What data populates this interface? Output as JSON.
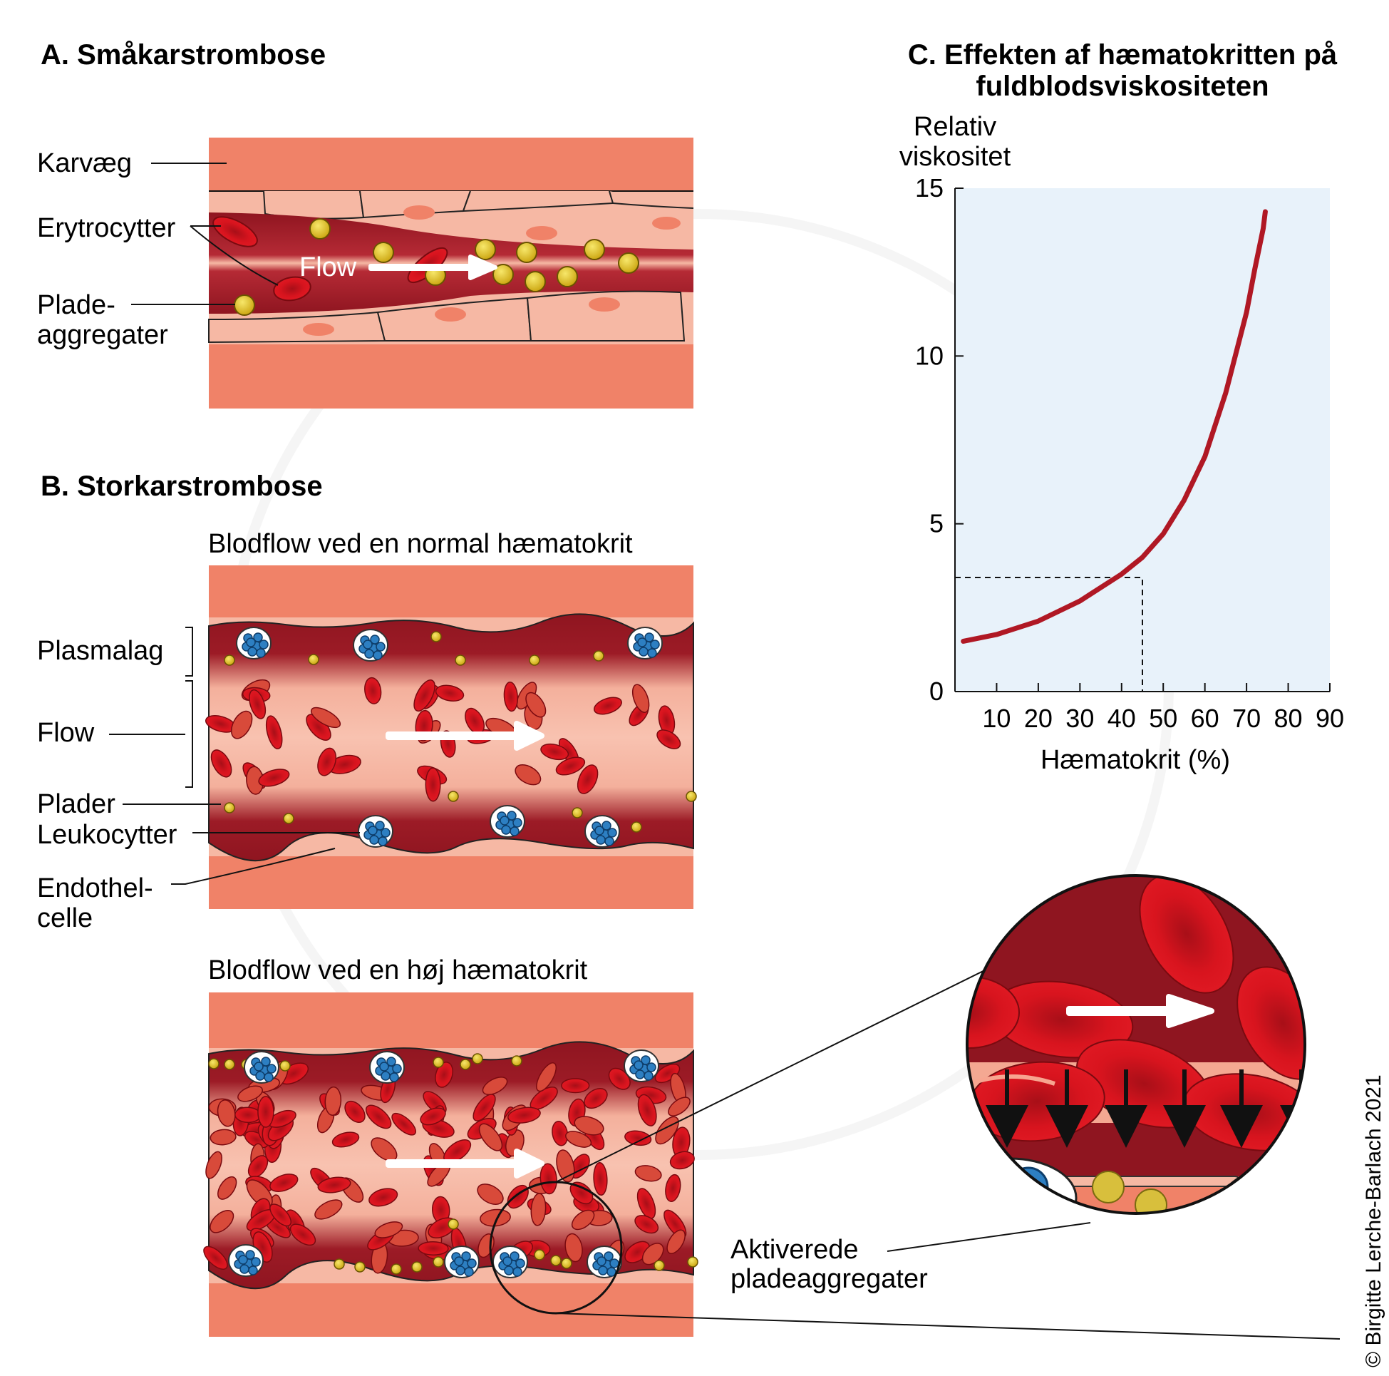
{
  "panel_a": {
    "title": "A. Småkarstrombose",
    "labels": {
      "wall": "Karvæg",
      "rbc": "Erytrocytter",
      "platelet_1": "Plade-",
      "platelet_2": "aggregater",
      "flow": "Flow"
    }
  },
  "panel_b": {
    "title": "B. Storkarstrombose",
    "normal_title": "Blodflow ved en normal hæmatokrit",
    "high_title": "Blodflow ved en høj hæmatokrit",
    "labels": {
      "plasma": "Plasmalag",
      "flow": "Flow",
      "platelets": "Plader",
      "leukocytes": "Leukocytter",
      "endo_1": "Endothel-",
      "endo_2": "celle"
    }
  },
  "panel_c": {
    "title_1": "C. Effekten af hæmatokritten på",
    "title_2": "fuldblodsviskositeten"
  },
  "zoom": {
    "label_1": "Aktiverede",
    "label_2": "pladeaggregater"
  },
  "copyright": "© Birgitte Lerche-Barlach 2021",
  "colors": {
    "wall": "#f08268",
    "lumen_dark": "#8f1520",
    "rbc": "#d8141e",
    "platelet": "#e5c11a",
    "leukocyte": "#2d7fc2",
    "chart_bg": "#e8f2fa",
    "curve": "#b01824"
  },
  "chart_data": {
    "type": "line",
    "title": "C. Effekten af hæmatokritten på fuldblodsviskositeten",
    "xlabel": "Hæmatokrit (%)",
    "ylabel": "Relativ viskositet",
    "ylabel_lines": [
      "Relativ",
      "viskositet"
    ],
    "xlim": [
      0,
      90
    ],
    "ylim": [
      0,
      15
    ],
    "x_ticks": [
      10,
      20,
      30,
      40,
      50,
      60,
      70,
      80,
      90
    ],
    "y_ticks": [
      0,
      5,
      10,
      15
    ],
    "grid": false,
    "series": [
      {
        "x": [
          2,
          10,
          20,
          30,
          40,
          45,
          50,
          55,
          60,
          65,
          70,
          72,
          74,
          74.5
        ],
        "y": [
          1.5,
          1.7,
          2.1,
          2.7,
          3.5,
          4.0,
          4.7,
          5.7,
          7.0,
          8.9,
          11.3,
          12.6,
          13.8,
          14.3
        ]
      }
    ],
    "reference": {
      "x": 45,
      "y": 3.4
    }
  }
}
